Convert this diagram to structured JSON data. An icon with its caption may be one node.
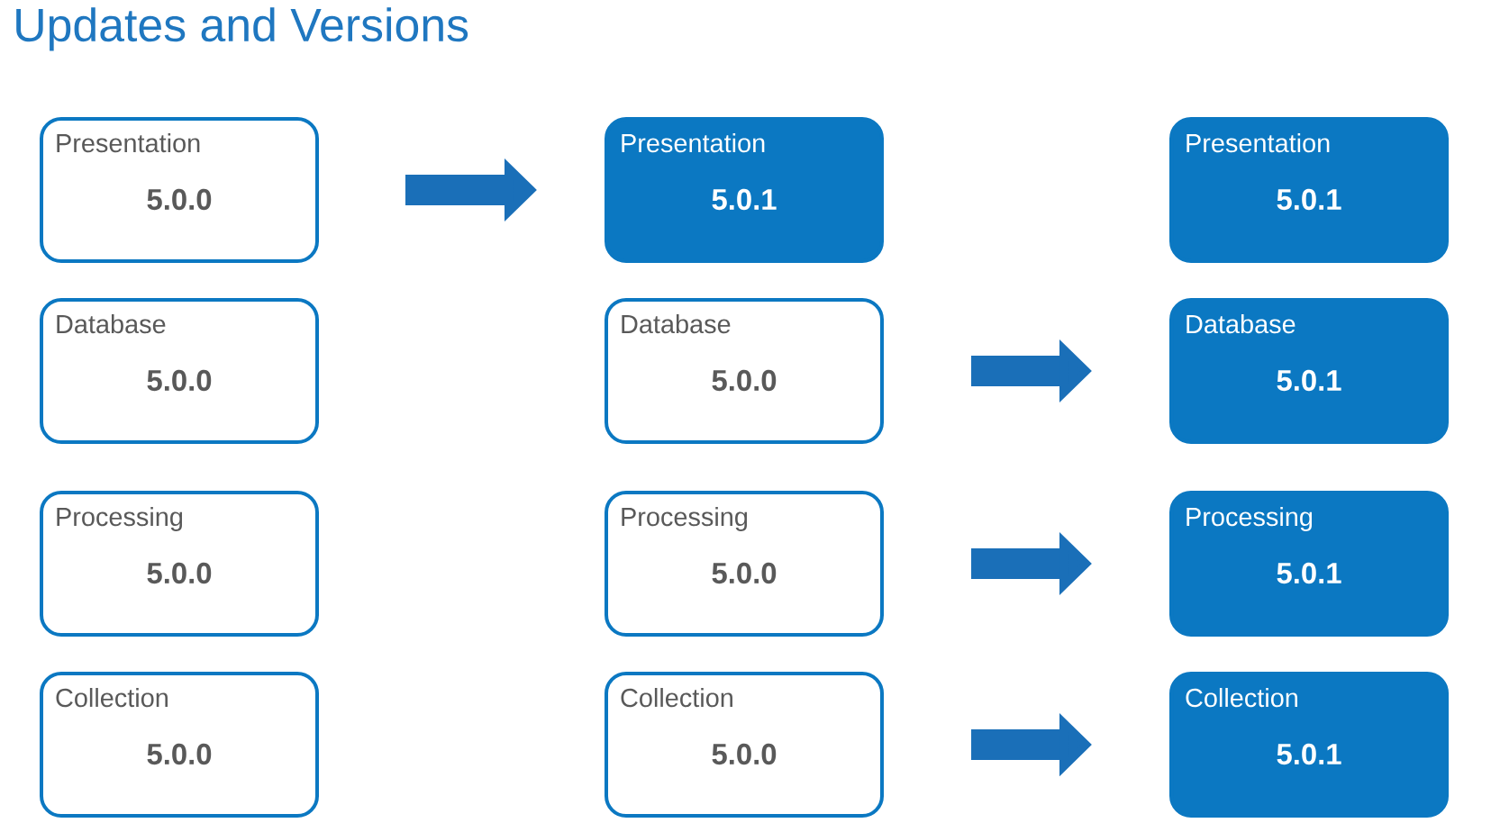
{
  "diagram": {
    "title": "Updates and Versions",
    "nodes": [
      {
        "text": [
          "Presentation",
          "5.0.0"
        ]
      },
      {
        "text": [
          "Presentation",
          "5.0.1"
        ]
      },
      {
        "text": [
          "Presentation",
          "5.0.1"
        ]
      },
      {
        "text": [
          "Database",
          "5.0.0"
        ]
      },
      {
        "text": [
          "Database",
          "5.0.0"
        ]
      },
      {
        "text": [
          "Database",
          "5.0.1"
        ]
      },
      {
        "text": [
          "Processing",
          "5.0.0"
        ]
      },
      {
        "text": [
          "Processing",
          "5.0.0"
        ]
      },
      {
        "text": [
          "Processing",
          "5.0.1"
        ]
      },
      {
        "text": [
          "Collection",
          "5.0.0"
        ]
      },
      {
        "text": [
          "Collection",
          "5.0.0"
        ]
      },
      {
        "text": [
          "Collection",
          "5.0.1"
        ]
      }
    ],
    "edges": [
      {
        "from": 0,
        "to": 1,
        "arrow": "to"
      },
      {
        "from": 4,
        "to": 5,
        "arrow": "to"
      },
      {
        "from": 7,
        "to": 8,
        "arrow": "to"
      },
      {
        "from": 10,
        "to": 11,
        "arrow": "to"
      }
    ]
  }
}
